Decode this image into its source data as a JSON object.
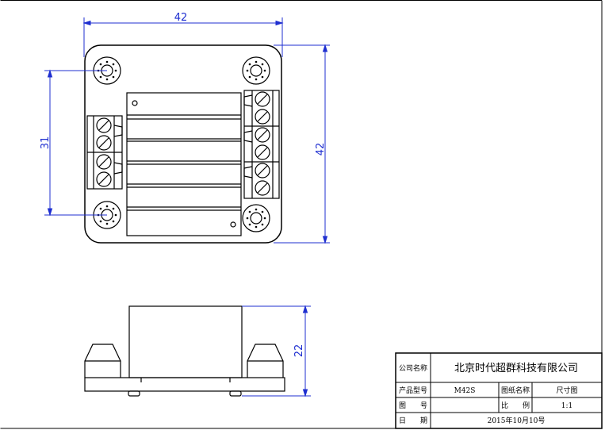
{
  "dimensions": {
    "top_width": "42",
    "right_height": "42",
    "left_spacing": "31",
    "side_height": "22"
  },
  "title_block": {
    "company_label": "公司名称",
    "company_value": "北京时代超群科技有限公司",
    "model_label": "产品型号",
    "model_value": "M42S",
    "drawing_name_label": "图纸名称",
    "drawing_name_value": "尺寸图",
    "drawing_no_label": "图　　号",
    "drawing_no_value": "",
    "scale_label": "比　　例",
    "scale_value": "1:1",
    "date_label": "日　　期",
    "date_value": "2015年10月10号"
  },
  "colors": {
    "dimension": "#1f2fd0",
    "outline": "#000000"
  }
}
